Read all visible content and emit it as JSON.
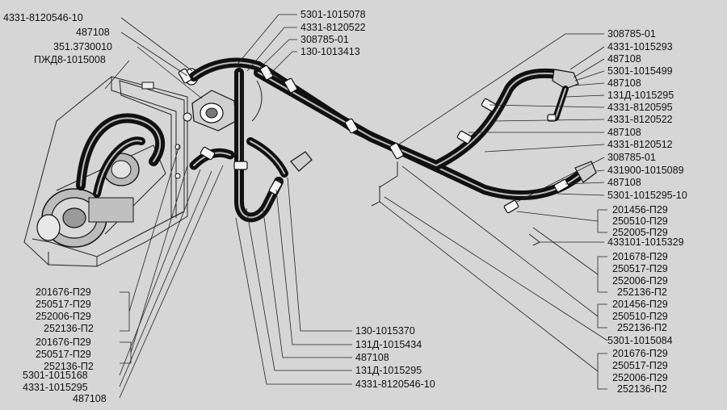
{
  "labels_left": [
    "4331-8120546-10",
    "487108",
    "351.3730010",
    "ПЖД8-1015008"
  ],
  "labels_bottom_left": [
    "201676-П29",
    "250517-П29",
    "252006-П29",
    "252136-П2",
    "201676-П29",
    "250517-П29",
    "252136-П2",
    "5301-1015168",
    "4331-1015295",
    "487108"
  ],
  "labels_top_center": [
    "5301-1015078",
    "4331-8120522",
    "308785-01",
    "130-1013413"
  ],
  "labels_bottom_center": [
    "130-1015370",
    "131Д-1015434",
    "487108",
    "131Д-1015295",
    "4331-8120546-10"
  ],
  "labels_right_top": [
    "308785-01",
    "4331-1015293",
    "487108",
    "5301-1015499",
    "487108",
    "131Д-1015295",
    "4331-8120595",
    "4331-8120522",
    "487108",
    "4331-8120512",
    "308785-01",
    "431900-1015089",
    "487108",
    "5301-1015295-10"
  ],
  "labels_right_groups": [
    "201456-П29",
    "250510-П29",
    "252005-П29",
    "433101-1015329",
    "201678-П29",
    "250517-П29",
    "252006-П29",
    "252136-П2",
    "201456-П29",
    "250510-П29",
    "252136-П2",
    "5301-1015084",
    "201676-П29",
    "250517-П29",
    "252006-П29",
    "252136-П2"
  ]
}
